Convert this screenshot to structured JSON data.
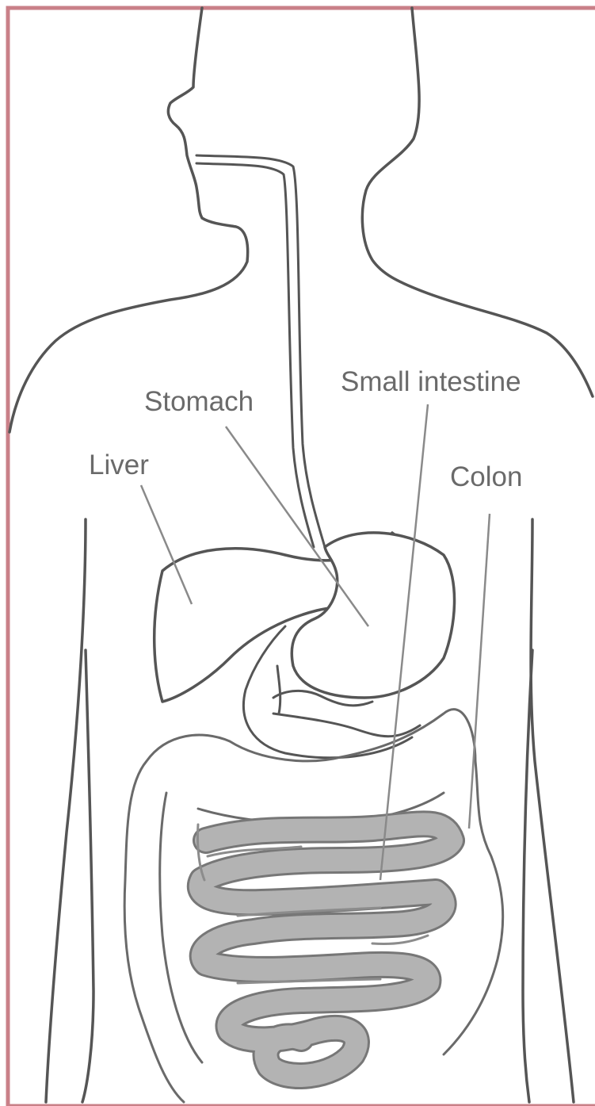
{
  "labels": {
    "stomach": "Stomach",
    "small_intestine": "Small intestine",
    "liver": "Liver",
    "colon": "Colon"
  },
  "colors": {
    "frame": "#c98088",
    "outline": "#555555",
    "leader": "#8a8a8a",
    "intestine_fill": "#b3b3b3",
    "label_text": "#6a6a6a"
  }
}
